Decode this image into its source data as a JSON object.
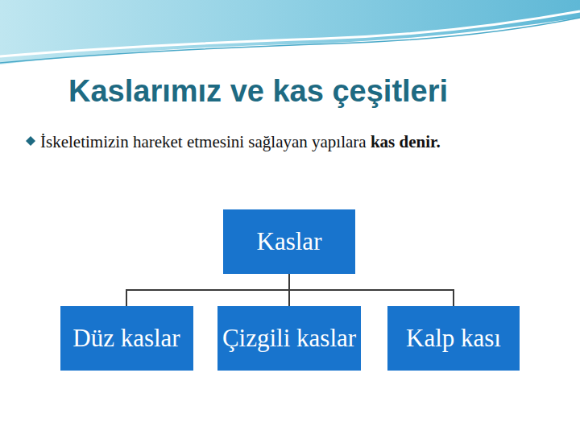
{
  "diagram": {
    "title": "Kaslarımız ve kas çeşitleri",
    "nodes": [
      {
        "text": [
          "Kaslar"
        ]
      },
      {
        "text": [
          "Düz kaslar"
        ]
      },
      {
        "text": [
          "Çizgili kaslar"
        ]
      },
      {
        "text": [
          "Kalp kası"
        ]
      }
    ],
    "edges": [
      {
        "from": 0,
        "to": 1,
        "arrow": "none"
      },
      {
        "from": 0,
        "to": 2,
        "arrow": "none"
      },
      {
        "from": 0,
        "to": 3,
        "arrow": "none"
      }
    ],
    "labels": [
      "İskeletimizin hareket etmesini sağlayan yapılara",
      "kas denir."
    ]
  }
}
